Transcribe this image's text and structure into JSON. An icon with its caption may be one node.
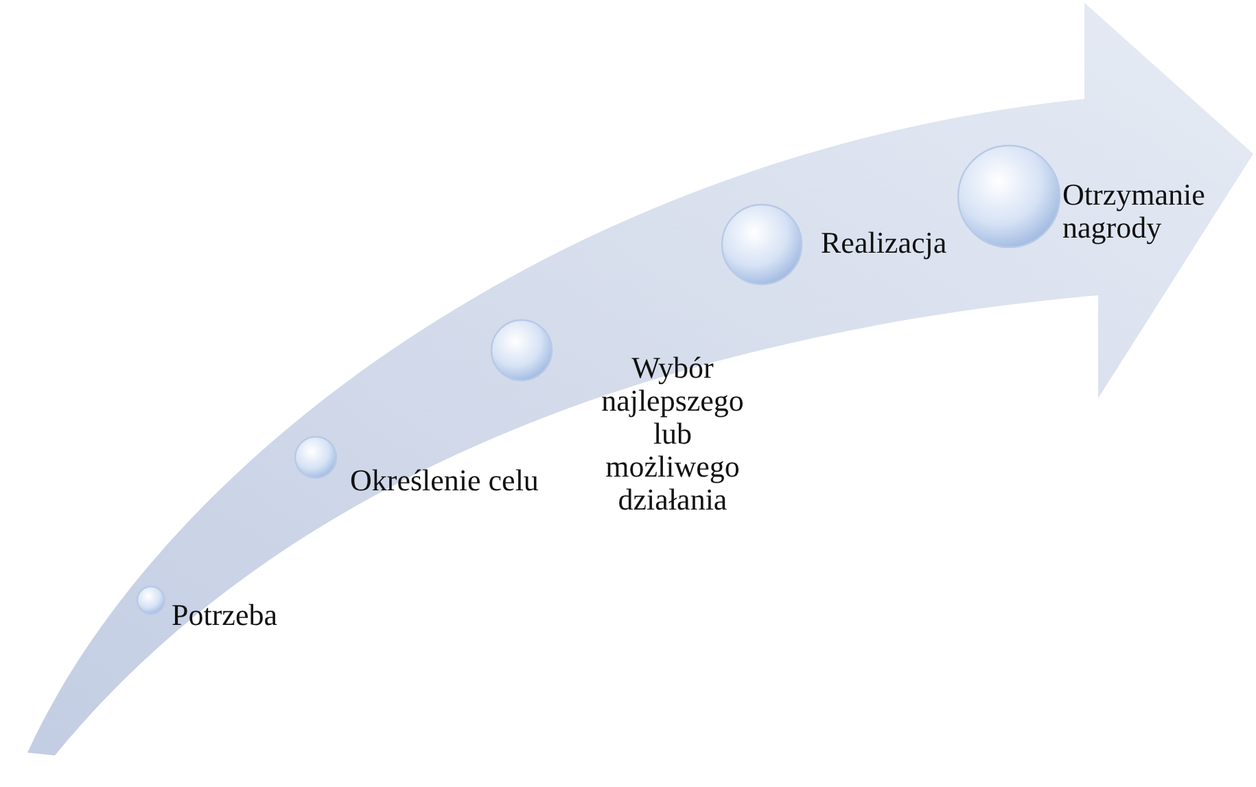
{
  "diagram": {
    "nodes": [
      {
        "text": [],
        "shape": "circle",
        "beside": [
          "Potrzeba"
        ]
      },
      {
        "text": [],
        "shape": "circle",
        "beside": [
          "Określenie celu"
        ]
      },
      {
        "text": [],
        "shape": "circle",
        "beside": [
          "Wybór najlepszego lub możliwego działania"
        ]
      },
      {
        "text": [],
        "shape": "circle",
        "beside": [
          "Realizacja"
        ]
      },
      {
        "text": [],
        "shape": "circle",
        "beside": [
          "Otrzymanie nagrody"
        ]
      }
    ]
  }
}
